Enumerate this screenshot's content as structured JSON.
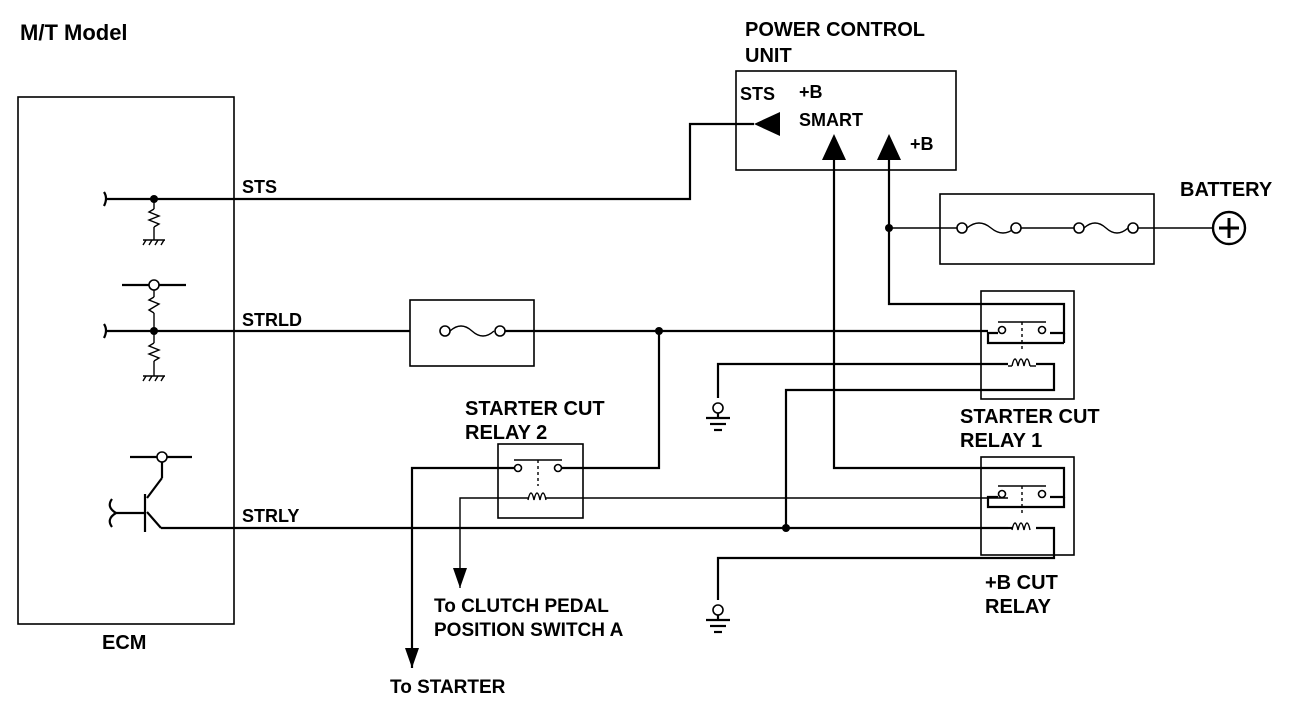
{
  "title": "M/T Model",
  "components": {
    "ecm": "ECM",
    "pcu_line1": "POWER CONTROL",
    "pcu_line2": "UNIT",
    "battery": "BATTERY",
    "scr1_line1": "STARTER CUT",
    "scr1_line2": "RELAY 1",
    "scr2_line1": "STARTER CUT",
    "scr2_line2": "RELAY 2",
    "bcut_line1": "+B CUT",
    "bcut_line2": "RELAY"
  },
  "terminals": {
    "pcu_sts": "STS",
    "pcu_b_smart_1": "+B",
    "pcu_b_smart_2": "SMART",
    "pcu_b": "+B",
    "ecm_sts": "STS",
    "ecm_strld": "STRLD",
    "ecm_strly": "STRLY"
  },
  "destinations": {
    "clutch_line1": "To CLUTCH PEDAL",
    "clutch_line2": "POSITION SWITCH A",
    "starter": "To STARTER"
  },
  "icons": {
    "battery": "battery-plus-icon",
    "ground": "ground-icon",
    "fuse": "fuse-icon",
    "relay": "relay-icon",
    "resistor": "resistor-icon",
    "transistor": "transistor-icon"
  }
}
